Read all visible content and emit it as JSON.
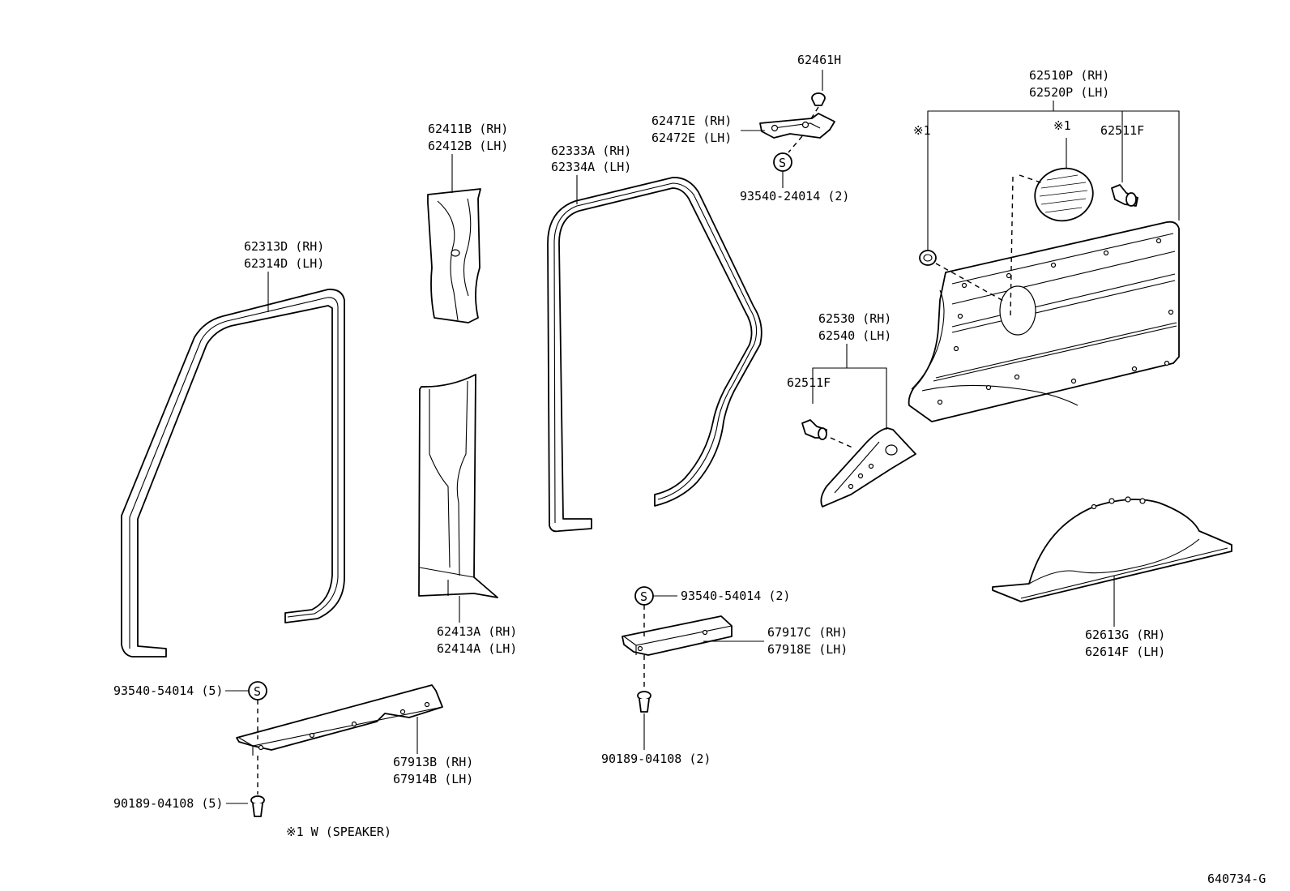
{
  "labels": {
    "p62461H": "62461H",
    "p62510P": "62510P (RH)",
    "p62520P": "62520P (LH)",
    "p62471E": "62471E (RH)",
    "p62472E": "62472E (LH)",
    "mark1_left": "※1",
    "mark1_mid": "※1",
    "p62511F_top": "62511F",
    "p62411B": "62411B (RH)",
    "p62412B": "62412B (LH)",
    "p62333A": "62333A (RH)",
    "p62334A": "62334A (LH)",
    "p93540_24014": "93540-24014 (2)",
    "p62313D": "62313D (RH)",
    "p62314D": "62314D (LH)",
    "p62530": "62530 (RH)",
    "p62540": "62540 (LH)",
    "p62511F_mid": "62511F",
    "p93540_54014_mid": "93540-54014 (2)",
    "p62413A": "62413A (RH)",
    "p62414A": "62414A (LH)",
    "p67917C": "67917C (RH)",
    "p67918E": "67918E (LH)",
    "p62613G": "62613G (RH)",
    "p62614F": "62614F (LH)",
    "p93540_54014_left": "93540-54014 (5)",
    "p67913B": "67913B (RH)",
    "p67914B": "67914B (LH)",
    "p90189_mid": "90189-04108 (2)",
    "p90189_left": "90189-04108 (5)",
    "footnote": "※1 W (SPEAKER)",
    "drawing_no": "640734-G",
    "screw_symbol": "S"
  }
}
